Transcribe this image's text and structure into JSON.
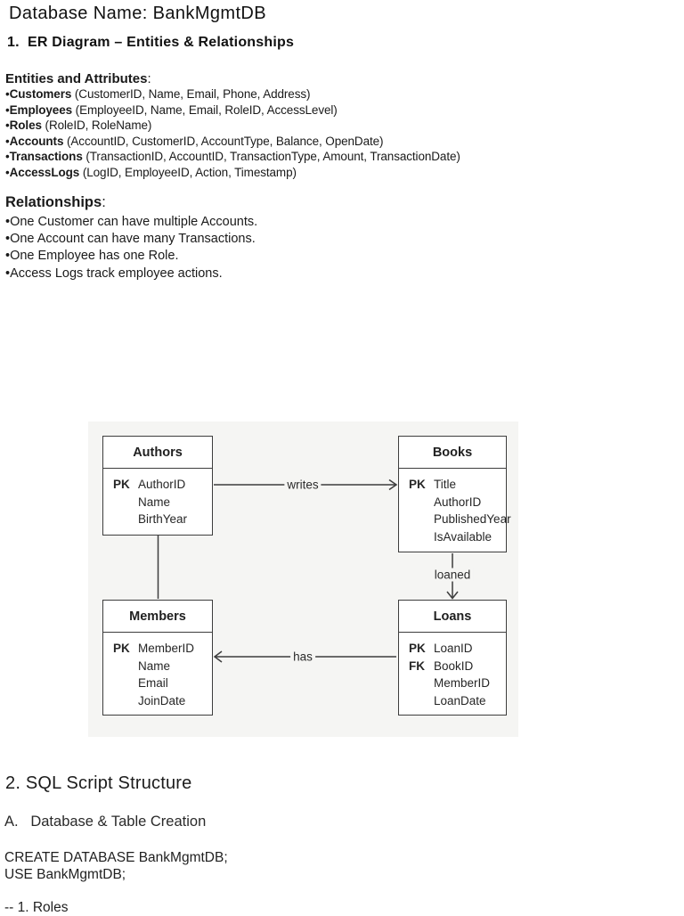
{
  "doc": {
    "title": "Database Name: BankMgmtDB",
    "s1_heading": "1.  ER Diagram – Entities & Relationships",
    "entities_label": "Entities and Attributes",
    "colon": ":",
    "entities": [
      {
        "bullet": "•",
        "name": "Customers",
        "rest": " (CustomerID, Name, Email, Phone, Address)"
      },
      {
        "bullet": "•",
        "name": "Employees",
        "rest": " (EmployeeID, Name, Email, RoleID, AccessLevel)"
      },
      {
        "bullet": "•",
        "name": "Roles",
        "rest": " (RoleID, RoleName)"
      },
      {
        "bullet": "•",
        "name": "Accounts",
        "rest": " (AccountID, CustomerID, AccountType, Balance, OpenDate)"
      },
      {
        "bullet": "•",
        "name": "Transactions",
        "rest": " (TransactionID, AccountID, TransactionType, Amount, TransactionDate)"
      },
      {
        "bullet": "•",
        "name": "AccessLogs",
        "rest": " (LogID, EmployeeID, Action, Timestamp)"
      }
    ],
    "relationships_label": "Relationships",
    "relationships": [
      "•One Customer can have multiple Accounts.",
      "•One Account can have many Transactions.",
      "•One Employee has one Role.",
      "•Access Logs track employee actions."
    ],
    "s2_heading": "2. SQL Script Structure",
    "s2_sub": "A.   Database & Table Creation",
    "sql": [
      "CREATE DATABASE BankMgmtDB;",
      "USE BankMgmtDB;"
    ],
    "comment": "-- 1. Roles"
  },
  "diagram": {
    "boxes": {
      "authors": {
        "title": "Authors",
        "rows": [
          {
            "key": "PK",
            "attr": "AuthorID"
          },
          {
            "key": "",
            "attr": "Name"
          },
          {
            "key": "",
            "attr": "BirthYear"
          }
        ]
      },
      "books": {
        "title": "Books",
        "rows": [
          {
            "key": "PK",
            "attr": "Title"
          },
          {
            "key": "",
            "attr": "AuthorID"
          },
          {
            "key": "",
            "attr": "PublishedYear"
          },
          {
            "key": "",
            "attr": "IsAvailable"
          }
        ]
      },
      "members": {
        "title": "Members",
        "rows": [
          {
            "key": "PK",
            "attr": "MemberID"
          },
          {
            "key": "",
            "attr": "Name"
          },
          {
            "key": "",
            "attr": "Email"
          },
          {
            "key": "",
            "attr": "JoinDate"
          }
        ]
      },
      "loans": {
        "title": "Loans",
        "rows": [
          {
            "key": "PK",
            "attr": "LoanID"
          },
          {
            "key": "FK",
            "attr": "BookID"
          },
          {
            "key": "",
            "attr": "MemberID"
          },
          {
            "key": "",
            "attr": "LoanDate"
          }
        ]
      }
    },
    "edges": {
      "writes": "writes",
      "loaned": "loaned",
      "has": "has"
    },
    "colors": {
      "background": "#f5f5f3",
      "border": "#3d3d3d",
      "text": "#262626"
    }
  }
}
